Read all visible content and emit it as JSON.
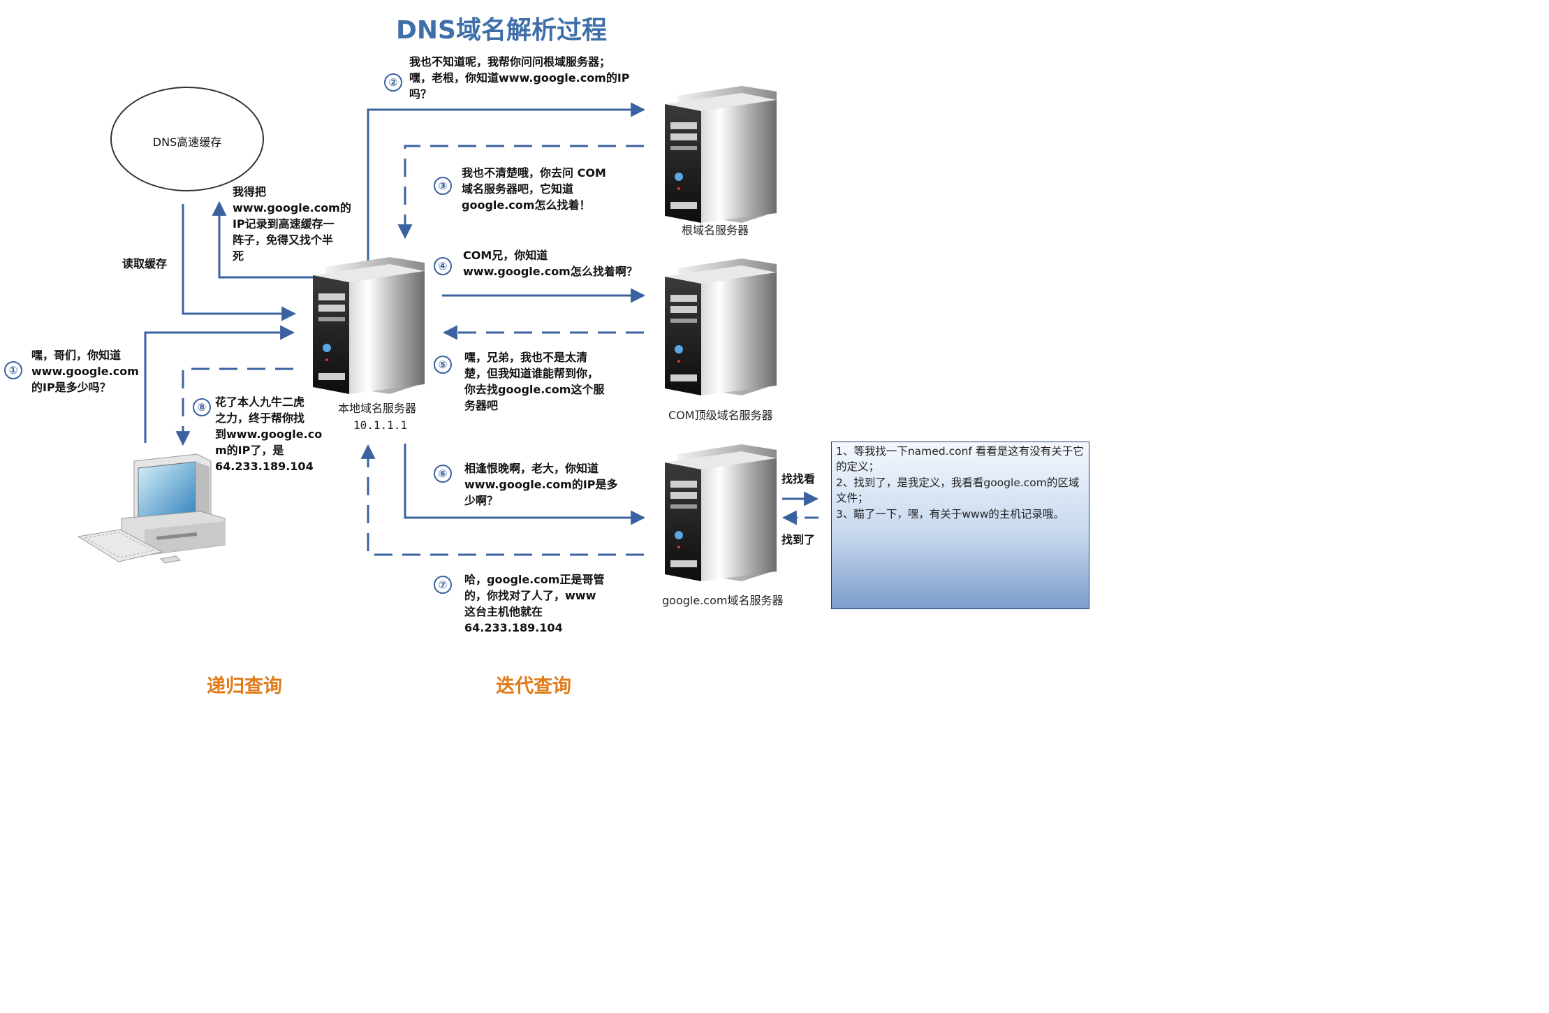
{
  "title": "DNS域名解析过程",
  "cache": {
    "label": "DNS高速缓存",
    "write_note": "我得把\nwww.google.com的\nIP记录到高速缓存一\n阵子，免得又找个半\n死",
    "read_label": "读取缓存"
  },
  "steps": [
    {
      "num": "①",
      "text": "嘿，哥们，你知道\nwww.google.com\n的IP是多少吗？"
    },
    {
      "num": "②",
      "text": "我也不知道呢，我帮你问问根域服务器；\n嘿，老根，你知道www.google.com的IP\n吗？"
    },
    {
      "num": "③",
      "text": "我也不清楚哦，你去问  COM\n域名服务器吧，它知道\ngoogle.com怎么找着！"
    },
    {
      "num": "④",
      "text": "COM兄，你知道\nwww.google.com怎么找着啊？"
    },
    {
      "num": "⑤",
      "text": "嘿，兄弟，我也不是太清\n楚，但我知道谁能帮到你，\n你去找google.com这个服\n务器吧"
    },
    {
      "num": "⑥",
      "text": "相逢恨晚啊，老大，你知道\nwww.google.com的IP是多\n少啊？"
    },
    {
      "num": "⑦",
      "text": "哈，google.com正是哥管\n的，你找对了人了，www\n这台主机他就在\n64.233.189.104"
    },
    {
      "num": "⑧",
      "text": "花了本人九牛二虎\n之力，终于帮你找\n到www.google.co\nm的IP了，是\n64.233.189.104"
    }
  ],
  "servers": {
    "local": "本地域名服务器",
    "local_ip": "10.1.1.1",
    "root": "根域名服务器",
    "com": "COM顶级域名服务器",
    "google": "google.com域名服务器"
  },
  "lookup": {
    "find": "找找看",
    "found": "找到了"
  },
  "note_lines": [
    "1、等我找一下named.conf 看看是这有没有关于它的定义；",
    "2、找到了，是我定义，我看看google.com的区域文件；",
    "3、瞄了一下，嘿，有关于www的主机记录哦。"
  ],
  "footer": {
    "recursive": "递归查询",
    "iterative": "迭代查询"
  },
  "colors": {
    "arrow": "#3b62a0",
    "title": "#3f6fa9",
    "footer": "#e07a18",
    "note_bg": "#c7d8ee"
  }
}
